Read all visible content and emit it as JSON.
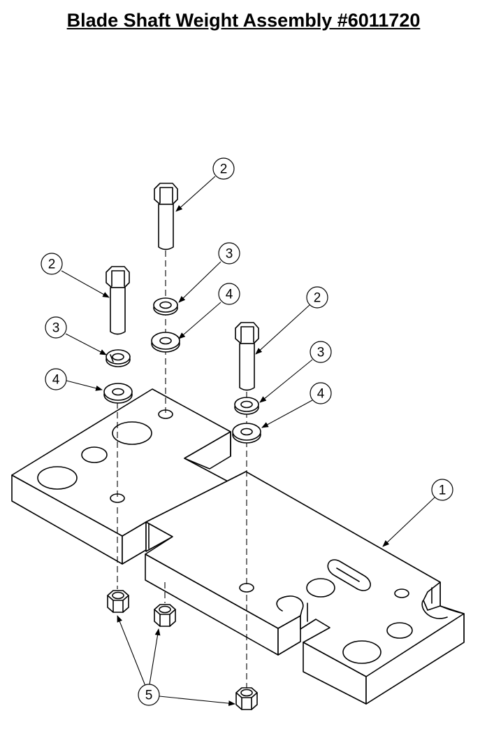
{
  "title": "Blade Shaft Weight Assembly #6011720",
  "callouts": {
    "plate": "1",
    "bolt": "2",
    "lock_washer": "3",
    "flat_washer": "4",
    "nut": "5"
  }
}
